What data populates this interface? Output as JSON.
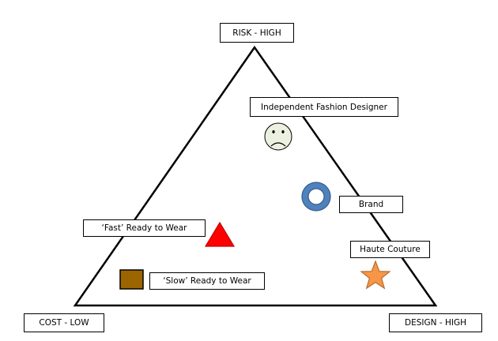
{
  "labels": {
    "risk": "RISK - HIGH",
    "cost": "COST - LOW",
    "design": "DESIGN - HIGH",
    "independent_designer": "Independent Fashion Designer",
    "brand": "Brand",
    "haute_couture": "Haute Couture",
    "fast_rtw": "‘Fast’ Ready to Wear",
    "slow_rtw": "‘Slow’ Ready to Wear"
  },
  "icons": {
    "independent_designer": "sad-face-icon",
    "brand": "ring-icon",
    "haute_couture": "star-icon",
    "fast_rtw": "triangle-icon",
    "slow_rtw": "square-icon"
  },
  "colors": {
    "outline": "#000000",
    "sad_face_fill": "#ebf1de",
    "ring_fill": "#4f81bd",
    "ring_stroke": "#385d8a",
    "star_fill": "#f79646",
    "star_stroke": "#b66d31",
    "triangle_fill": "#ff0000",
    "triangle_stroke": "#c00000",
    "square_fill": "#9c6500",
    "square_stroke": "#000000"
  }
}
